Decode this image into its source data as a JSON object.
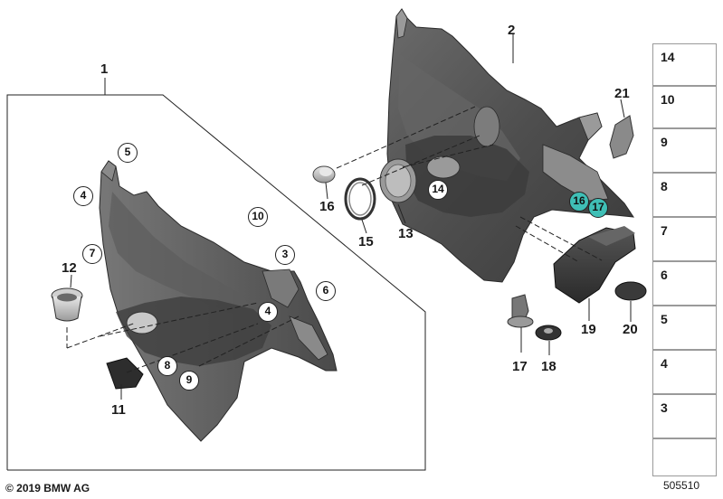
{
  "diagram": {
    "callouts_plain": [
      "1",
      "2",
      "12",
      "11",
      "13",
      "15",
      "16",
      "17",
      "18",
      "19",
      "20",
      "21"
    ],
    "callouts_circled": [
      "5",
      "4",
      "10",
      "7",
      "3",
      "6",
      "4",
      "8",
      "9",
      "14"
    ],
    "callouts_highlighted": [
      "16",
      "17"
    ],
    "legend_items": [
      "14",
      "10",
      "9",
      "8",
      "7",
      "6",
      "5",
      "4",
      "3"
    ],
    "copyright": "© 2019 BMW AG",
    "image_number": "505510"
  }
}
